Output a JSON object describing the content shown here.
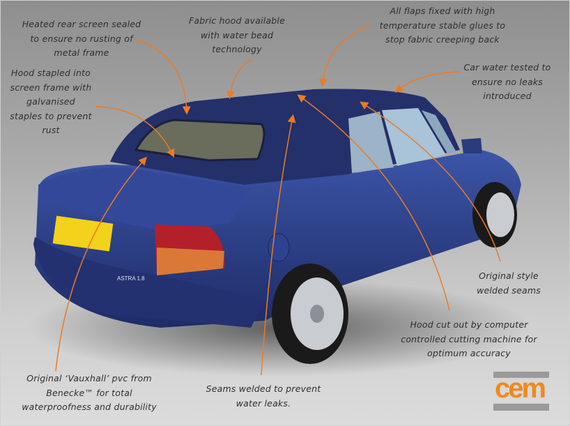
{
  "callouts": {
    "heated_screen": [
      "Heated rear screen sealed",
      "to ensure no rusting of",
      "metal frame"
    ],
    "fabric_hood": [
      "Fabric hood available",
      "with water bead",
      "technology"
    ],
    "flaps": [
      "All flaps fixed with high",
      "temperature stable glues to",
      "stop fabric creeping back"
    ],
    "water_tested": [
      "Car water tested to",
      "ensure no leaks",
      "introduced"
    ],
    "stapled": [
      "Hood stapled into",
      "screen frame with",
      "galvanised",
      "staples to prevent",
      "rust"
    ],
    "welded_seams": [
      "Original style",
      "welded seams"
    ],
    "cut_out": [
      "Hood cut out by computer",
      "controlled cutting machine for",
      "optimum accuracy"
    ],
    "pvc": [
      "Original ‘Vauxhall’ pvc from",
      "Benecke™ for total",
      "waterproofness and durability"
    ],
    "seams_welded": [
      "Seams welded to prevent",
      "water leaks."
    ]
  },
  "car": {
    "badge": "ASTRA 1.8"
  },
  "logo": {
    "text": "cem"
  },
  "colors": {
    "arrow": "#ee7a22",
    "car_blue": "#2b3f86",
    "hood_blue": "#23306a",
    "logo_orange": "#ee8a1e"
  }
}
